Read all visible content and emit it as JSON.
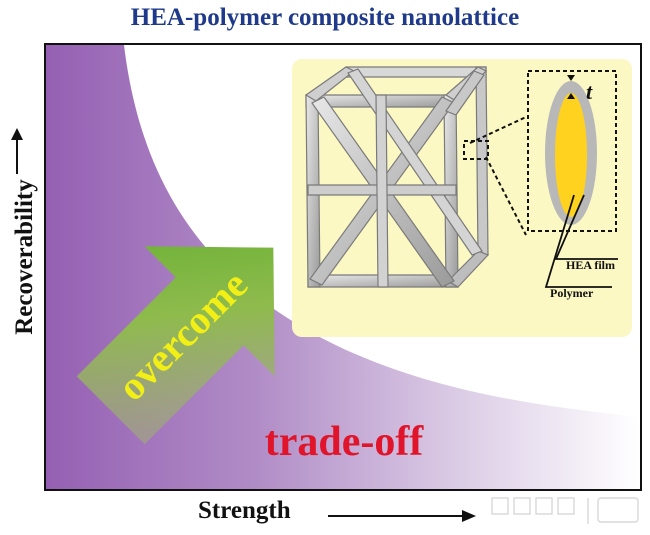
{
  "title": "HEA-polymer composite nanolattice",
  "axes": {
    "ylabel": "Recoverability",
    "xlabel": "Strength"
  },
  "annotations": {
    "overcome": "overcome",
    "tradeoff": "trade-off",
    "thickness_symbol": "t",
    "hea_film": "HEA film",
    "polymer": "Polymer"
  },
  "colors": {
    "title": "#1f3a8a",
    "tradeoff": "#e0142a",
    "overcome_text": "#f2ef17",
    "arrow": "#6fb43a",
    "region": "#9b67b7",
    "inset_bg": "#fbf8c4",
    "polymer_core": "#ffd21f",
    "hea_film": "#b8b8b8"
  },
  "icons": {
    "nanolattice": "octet-truss-lattice-render",
    "watermark": "tsinghua-news-watermark"
  }
}
